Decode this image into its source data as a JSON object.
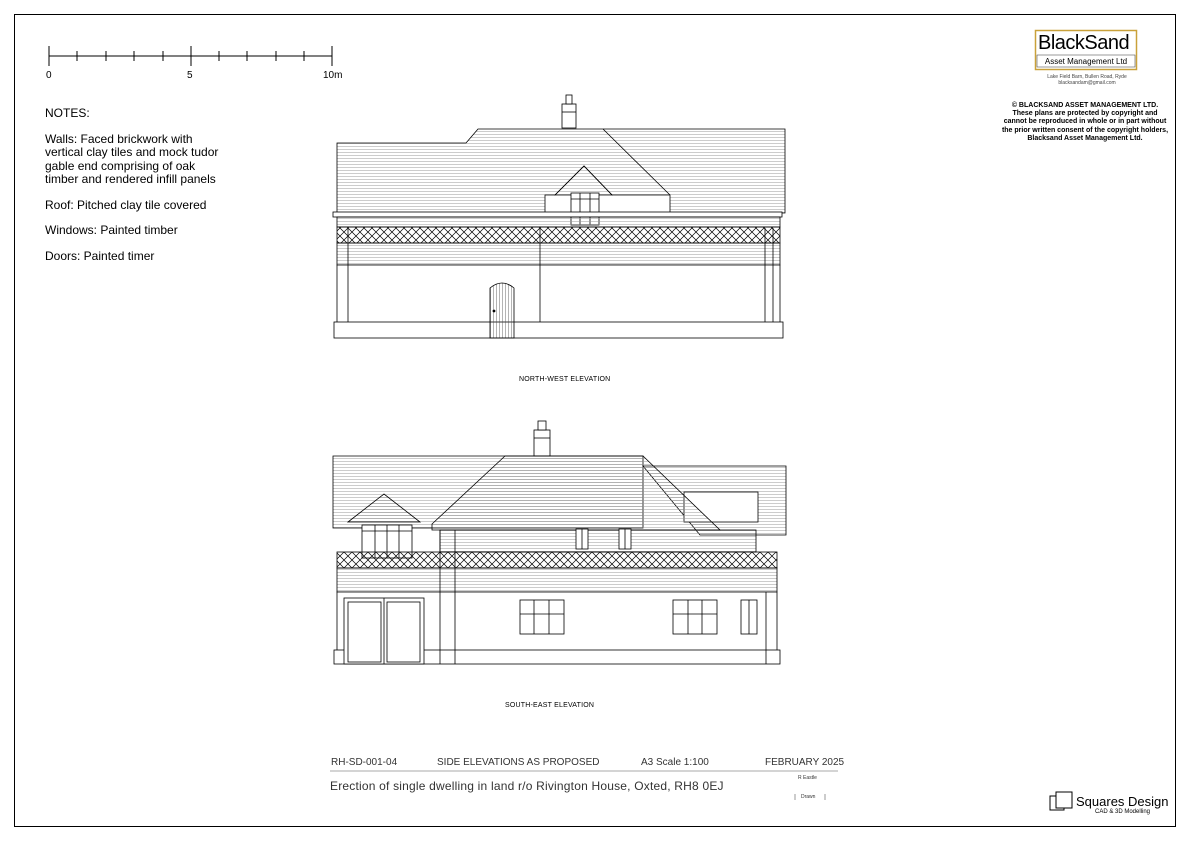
{
  "scale_bar": {
    "labels": [
      "0",
      "5",
      "10m"
    ]
  },
  "notes": {
    "heading": "NOTES:",
    "walls": "Walls: Faced brickwork with vertical clay tiles and mock tudor gable end comprising of oak timber and rendered infill panels",
    "roof": "Roof: Pitched clay tile covered",
    "windows": "Windows: Painted timber",
    "doors": "Doors: Painted timer"
  },
  "logo": {
    "word": "BlackSand",
    "subtitle": "Asset Management Ltd",
    "address": "Lake Field Barn, Bullen Road, Ryde",
    "email": "blacksandam@gmail.com",
    "accent_color": "#c9a13a"
  },
  "copyright": {
    "line1": "© BLACKSAND ASSET MANAGEMENT LTD.",
    "line2": "These plans are protected by copyright and",
    "line3": "cannot be reproduced in whole or in part without",
    "line4": "the prior written consent of the copyright holders,",
    "line5": "Blacksand Asset Management Ltd."
  },
  "elevations": {
    "north_west": "NORTH-WEST ELEVATION",
    "south_east": "SOUTH-EAST ELEVATION"
  },
  "title_block": {
    "drawing_no": "RH-SD-001-04",
    "title": "SIDE ELEVATIONS AS PROPOSED",
    "scale": "A3 Scale 1:100",
    "date": "FEBRUARY 2025",
    "description": "Erection of single dwelling in land r/o Rivington House, Oxted, RH8 0EJ",
    "drawn_by": "R Eastle",
    "drawn_label": "Drawn"
  },
  "squares": {
    "brand": "Squares Design",
    "sub": "CAD & 3D Modelling"
  }
}
